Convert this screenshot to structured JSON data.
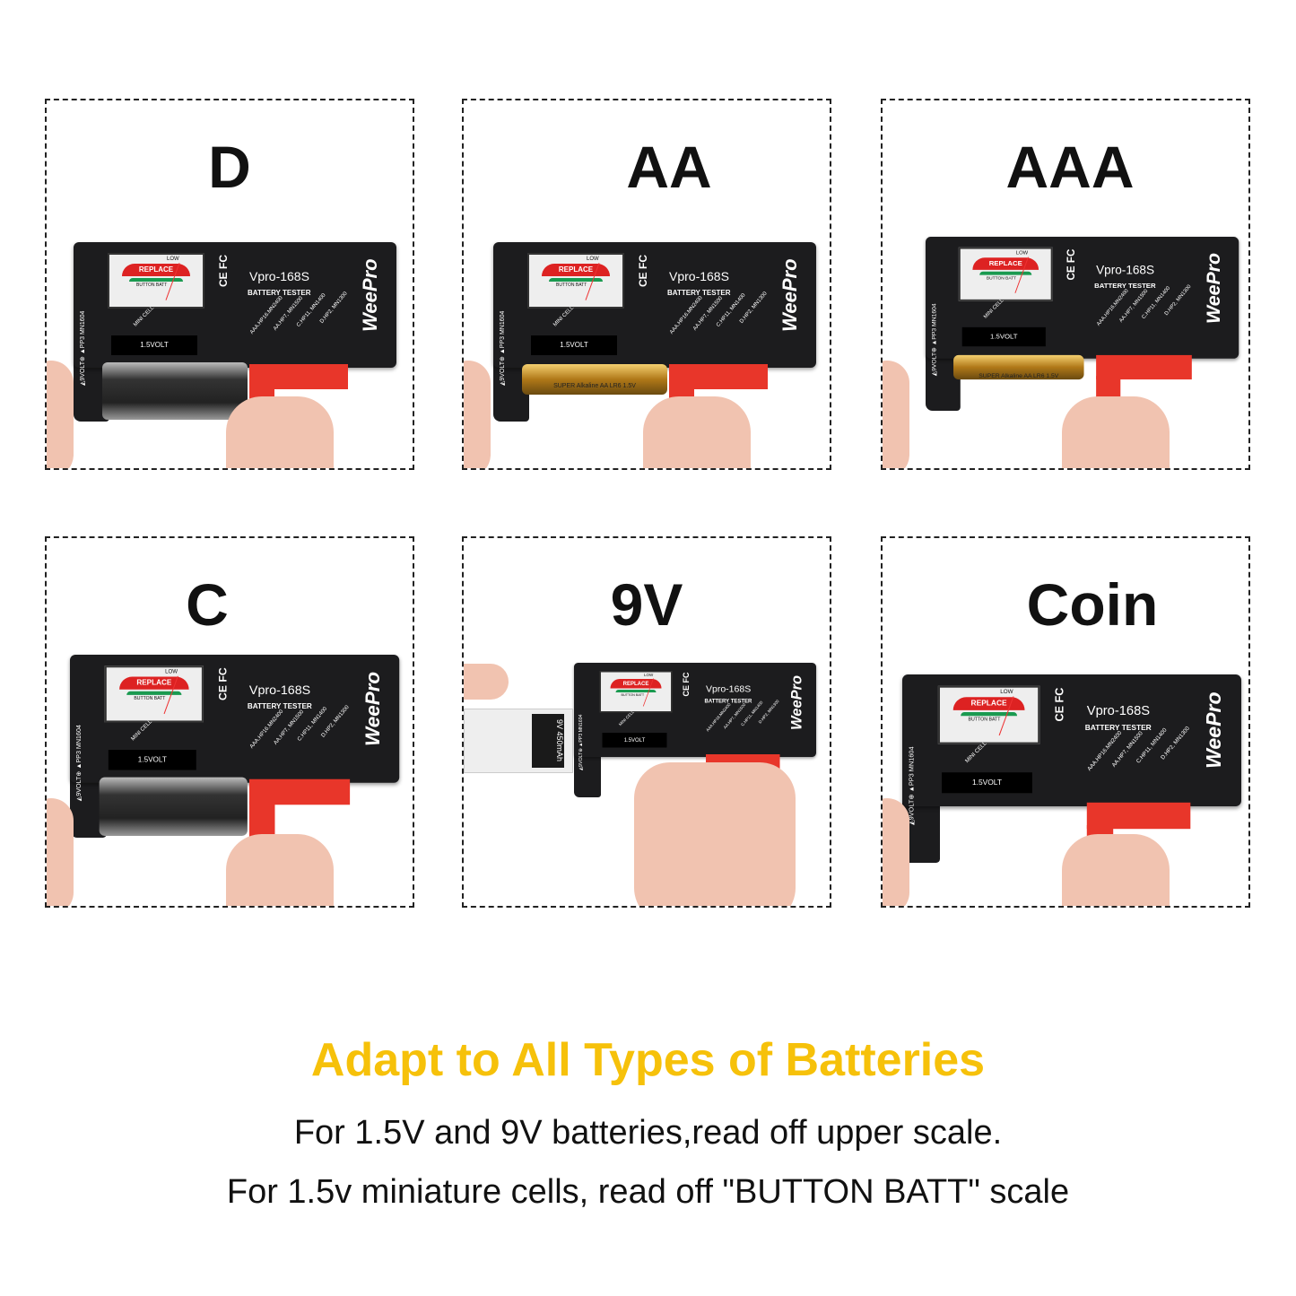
{
  "panels": [
    {
      "label": "D",
      "battery": "d"
    },
    {
      "label": "AA",
      "battery": "aa"
    },
    {
      "label": "AAA",
      "battery": "aa"
    },
    {
      "label": "C",
      "battery": "d"
    },
    {
      "label": "9V",
      "battery": "9v"
    },
    {
      "label": "Coin",
      "battery": "none"
    }
  ],
  "tester": {
    "model": "Vpro-168S",
    "subtitle": "BATTERY TESTER",
    "brand": "WeePro",
    "replace": "REPLACE",
    "low": "LOW",
    "button_batt": "BUTTON BATT",
    "slot": "1.5VOLT",
    "mini_cell": "MINI CELL",
    "certs": "CE FC",
    "side": "◭9VOLT⊕ ▲PP3 MN1604",
    "sizes": [
      "AAA.HP16.MN2400",
      "AA.HP7, MN1500",
      "C.HP11, MN1400",
      "D.HP2, MN1300"
    ]
  },
  "battery_labels": {
    "aa": "SUPER Alkaline AA LR6 1.5V",
    "nine_v": "9V 450mAh"
  },
  "colors": {
    "headline": "#f6c10a",
    "slider": "#e8362a",
    "tester_body": "#1c1c1e"
  },
  "footer": {
    "headline": "Adapt to All Types of Batteries",
    "line1": "For 1.5V and 9V batteries,read off upper scale.",
    "line2": "For 1.5v miniature cells, read off \"BUTTON BATT\" scale"
  }
}
